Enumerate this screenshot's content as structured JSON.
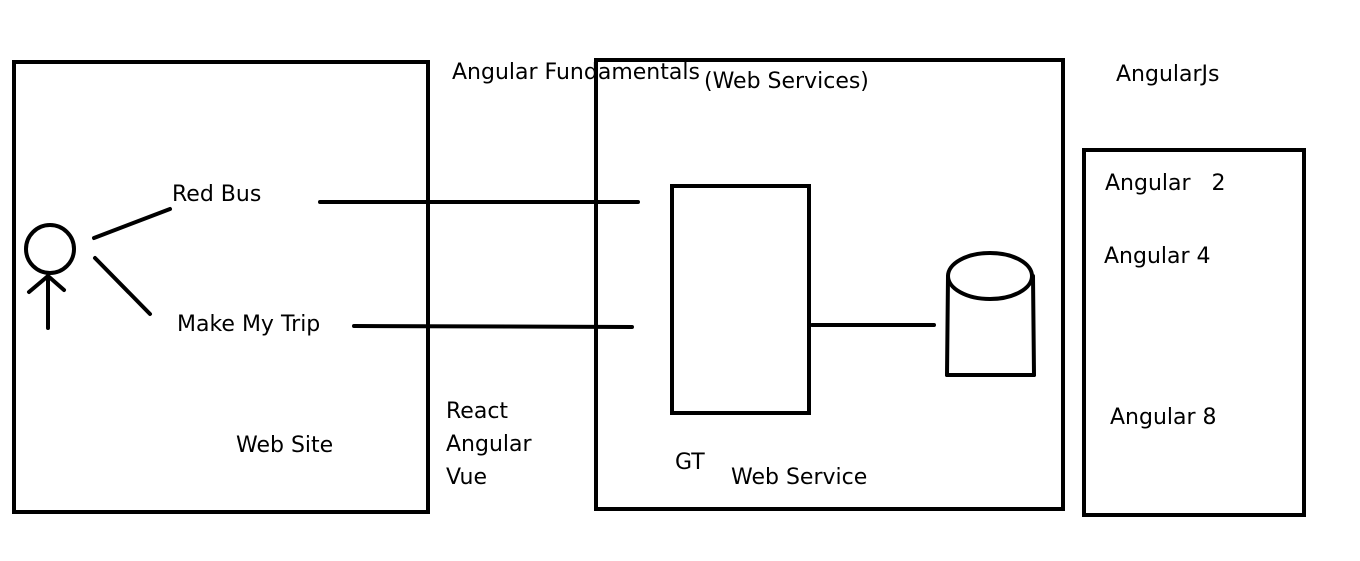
{
  "colors": {
    "ink": "#000000",
    "background": "#ffffff"
  },
  "labels": {
    "red_bus": "Red Bus",
    "make_my_trip": "Make My Trip",
    "web_site": "Web Site",
    "angular_fundamentals": "Angular Fundamentals",
    "web_services_title": "(Web Services)",
    "angularjs": "AngularJs",
    "gt": "GT",
    "web_service": "Web Service",
    "frameworks": [
      "React",
      "Angular",
      "Vue"
    ],
    "versions": [
      "Angular   2",
      "Angular 4",
      "Angular 8"
    ]
  },
  "icons": {
    "user": "stick-figure-icon",
    "database": "database-cylinder-icon"
  }
}
